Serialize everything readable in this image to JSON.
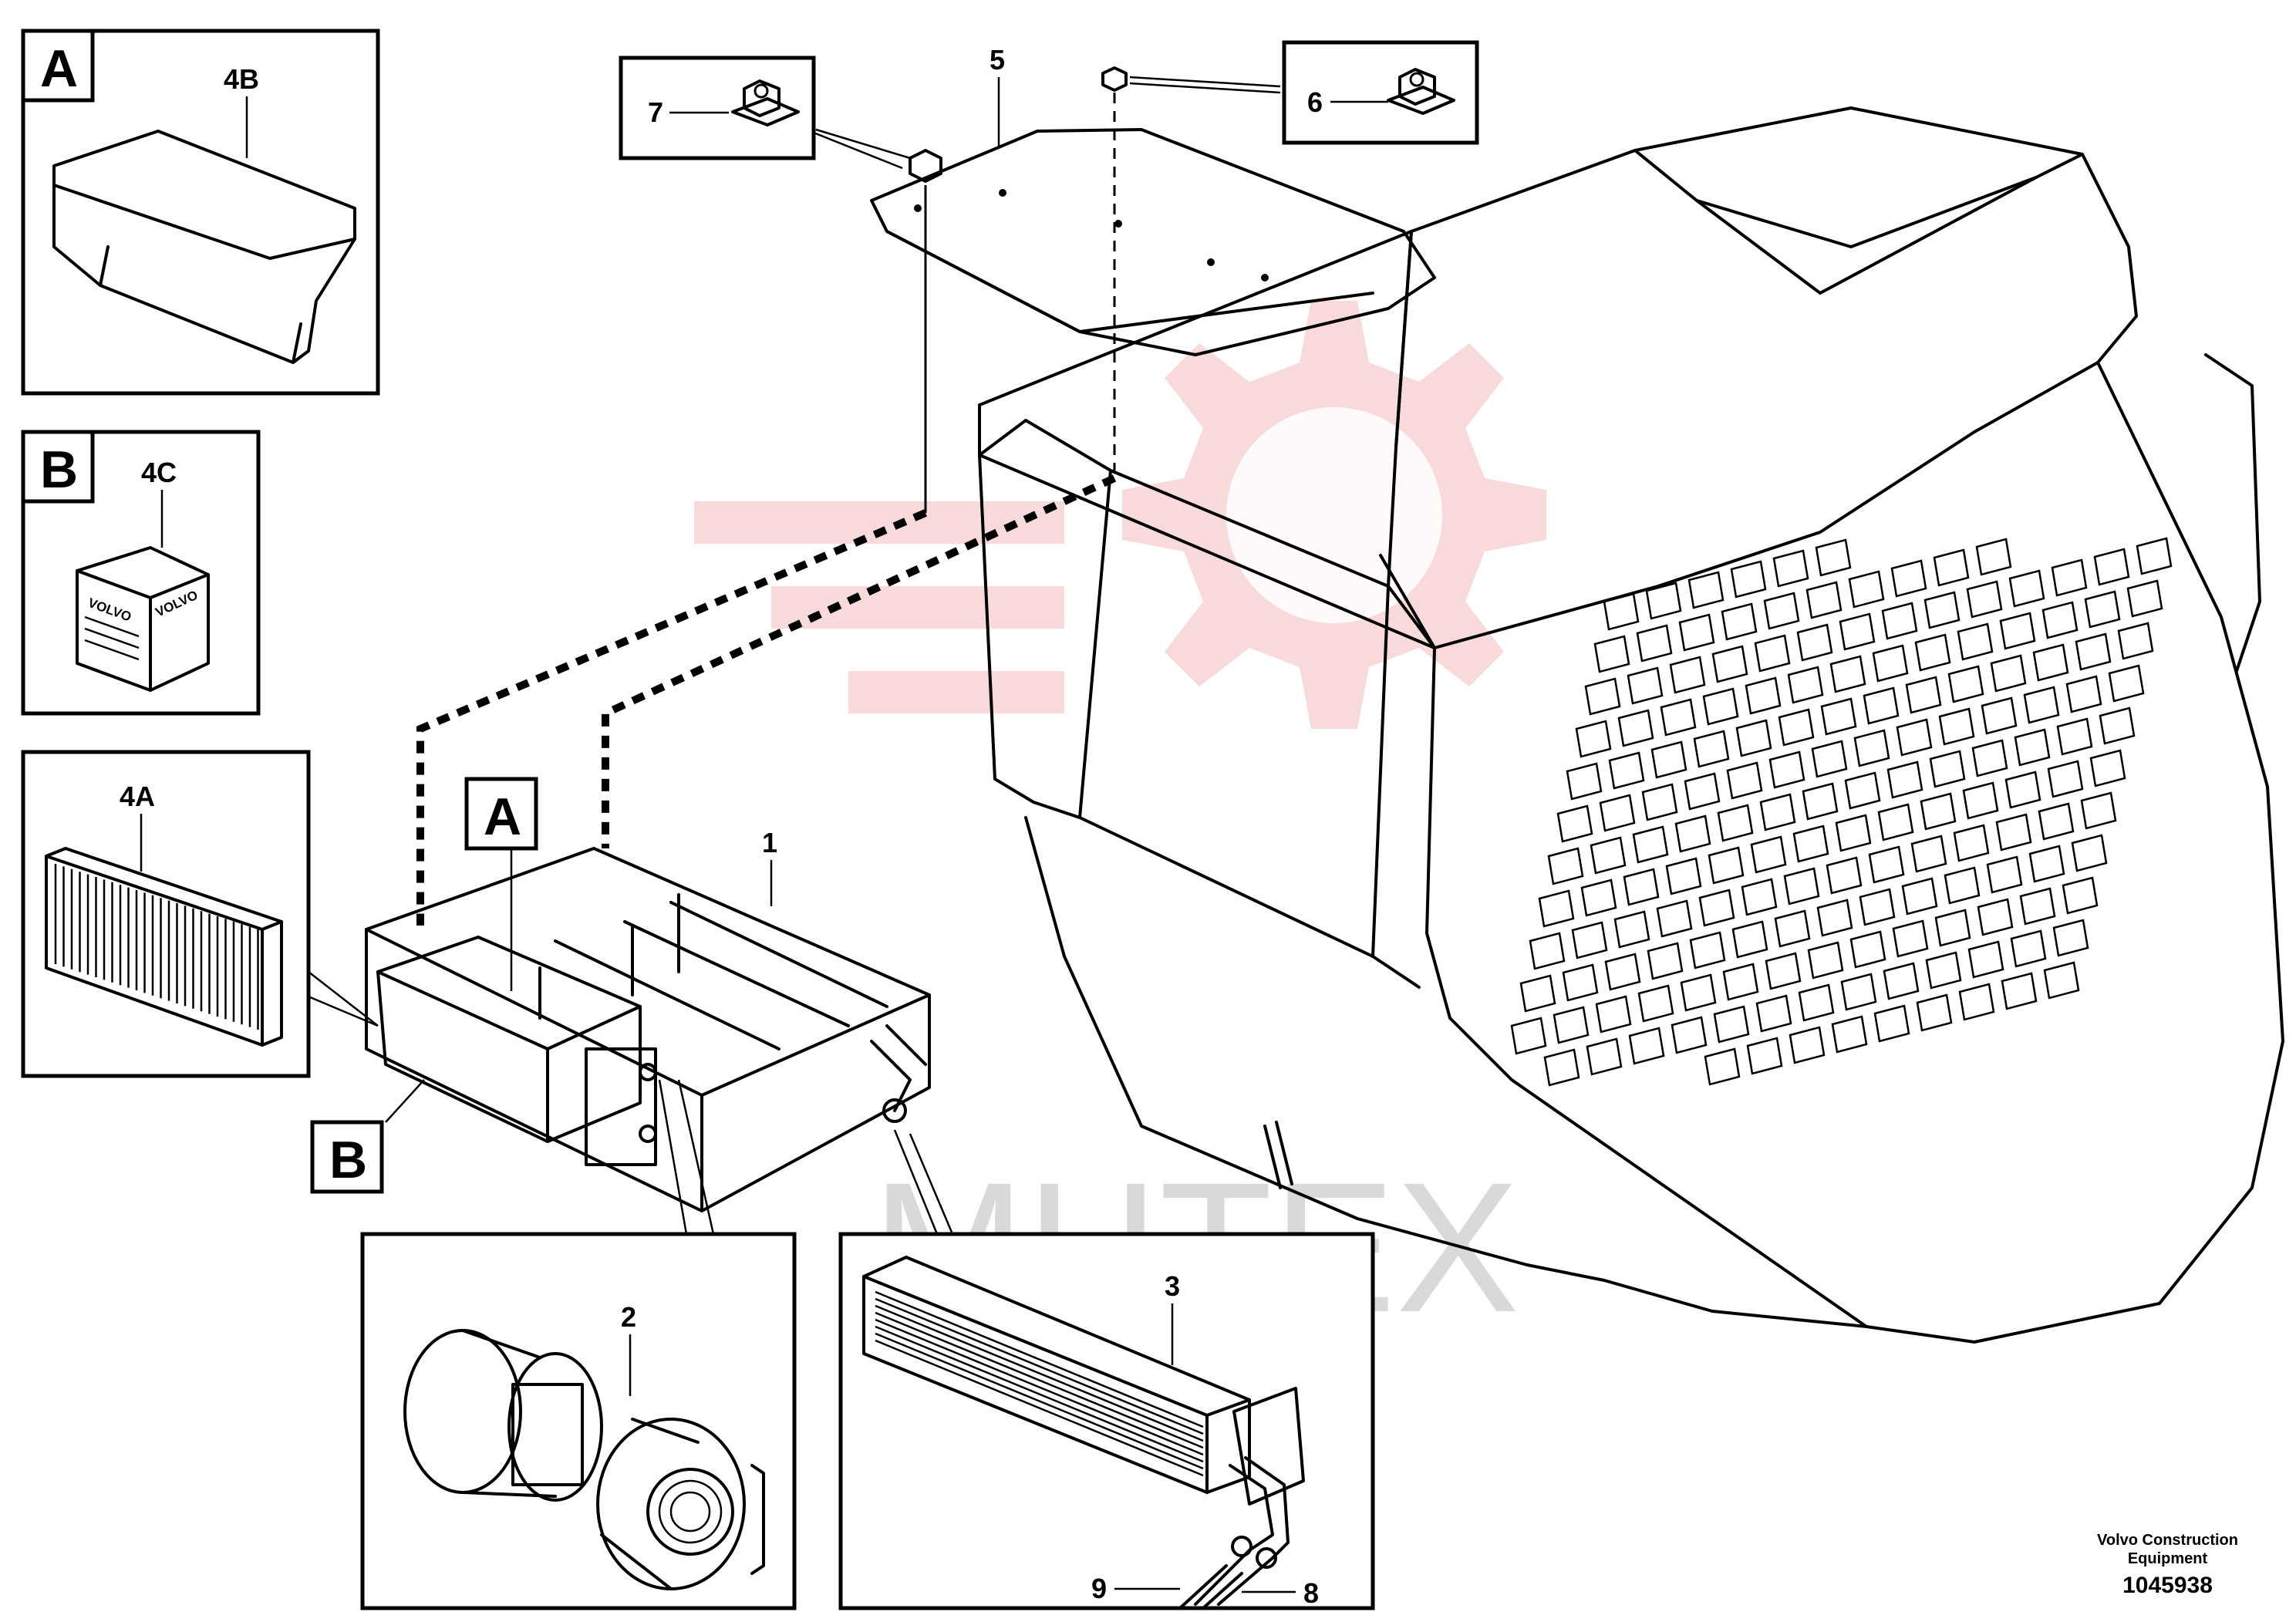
{
  "parts": {
    "p1": "1",
    "p2": "2",
    "p3": "3",
    "p4a": "4A",
    "p4b": "4B",
    "p4c": "4C",
    "p5": "5",
    "p6": "6",
    "p7": "7",
    "p8": "8",
    "p9": "9"
  },
  "detail_tags": {
    "a": "A",
    "b": "B"
  },
  "box_markings": {
    "left": "VOLVO",
    "right": "VOLVO"
  },
  "watermark": {
    "text": "MHTEX"
  },
  "footer": {
    "org": "Volvo Construction\nEquipment",
    "drawing_number": "1045938"
  }
}
